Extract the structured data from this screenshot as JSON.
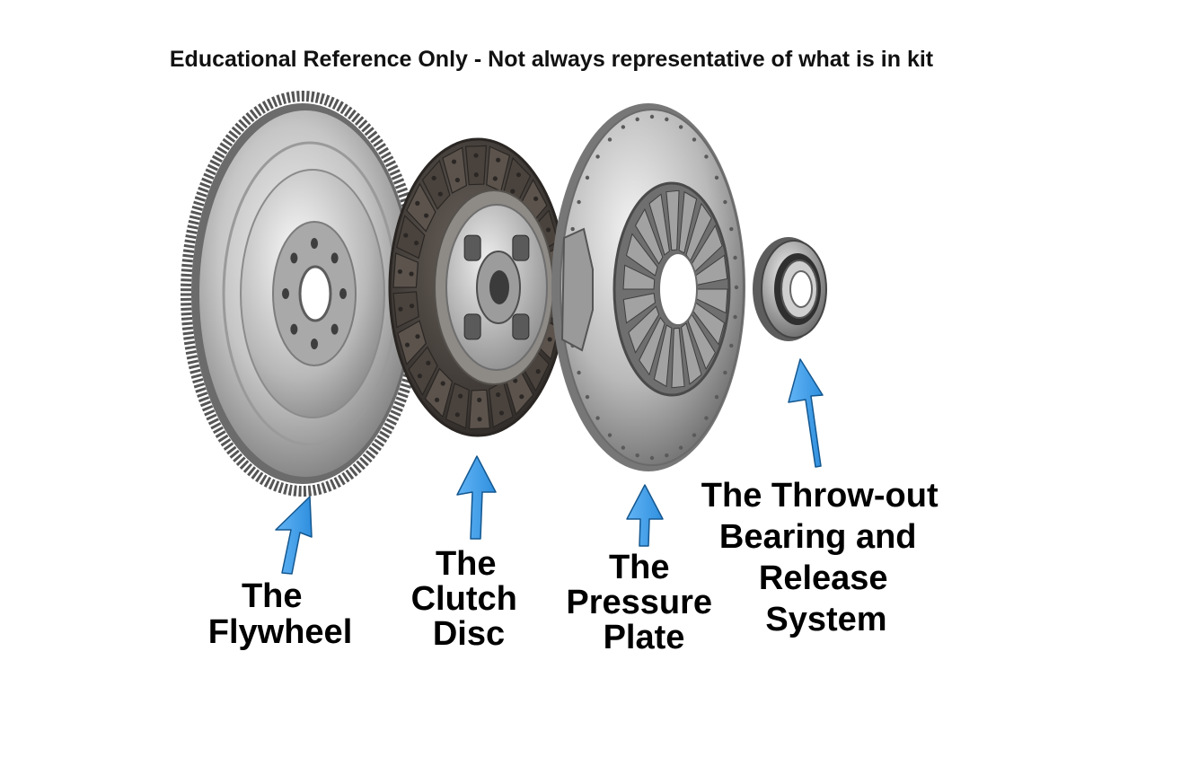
{
  "header": {
    "title": "Educational Reference Only - Not always representative of what is in kit"
  },
  "components": [
    {
      "id": "flywheel",
      "lines": [
        "The",
        "Flywheel"
      ]
    },
    {
      "id": "clutch-disc",
      "lines": [
        "The",
        "Clutch",
        "Disc"
      ]
    },
    {
      "id": "pressure-plate",
      "lines": [
        "The",
        "Pressure",
        "Plate"
      ]
    },
    {
      "id": "throwout-bearing",
      "lines": [
        "The Throw-out",
        "Bearing and",
        "Release",
        "System"
      ]
    }
  ],
  "colors": {
    "arrow": "#2f8fde",
    "arrow_dark": "#14578f",
    "metal_light": "#e9e9e9",
    "metal_mid": "#a9a9a9",
    "metal_dark": "#4a4a4a",
    "friction": "#4d4640"
  }
}
